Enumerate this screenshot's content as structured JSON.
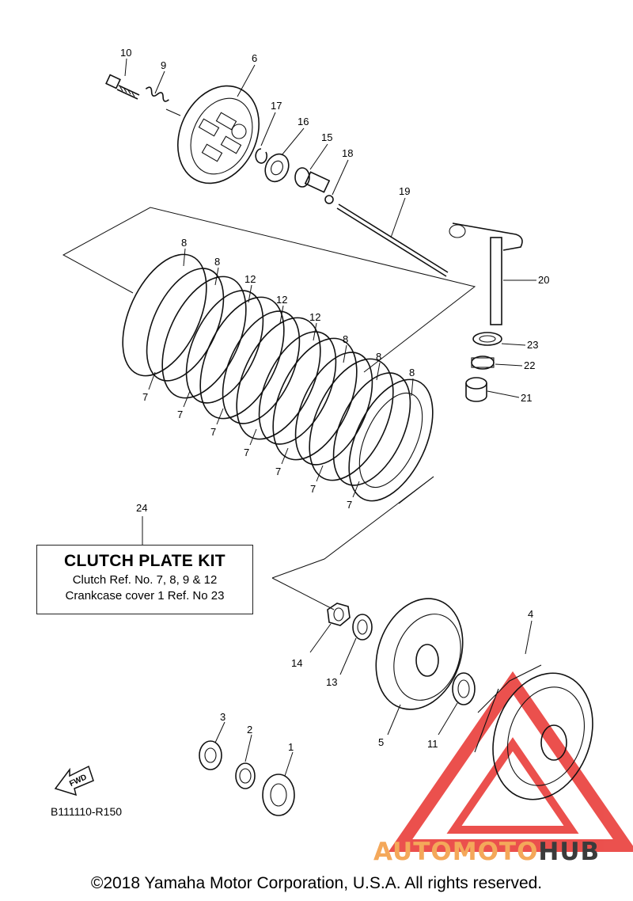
{
  "kit": {
    "title": "CLUTCH PLATE KIT",
    "line1": "Clutch Ref. No. 7, 8, 9 & 12",
    "line2": "Crankcase cover 1 Ref. No 23"
  },
  "diagram_code": "B111110-R150",
  "copyright": "©2018 Yamaha Motor Corporation, U.S.A. All rights reserved.",
  "fwd_label": "FWD",
  "watermark": {
    "part1": "AUTO",
    "part2": "MOTO",
    "part3": "HUB",
    "color_accent": "#f4a85a",
    "color_dark": "#3b3b3b",
    "triangle_color": "#e8322f"
  },
  "labels": {
    "r1": "1",
    "r2": "2",
    "r3": "3",
    "r4": "4",
    "r5": "5",
    "r6": "6",
    "r7": "7",
    "r8": "8",
    "r9": "9",
    "r10": "10",
    "r11": "11",
    "r12": "12",
    "r13": "13",
    "r14": "14",
    "r15": "15",
    "r16": "16",
    "r17": "17",
    "r18": "18",
    "r19": "19",
    "r20": "20",
    "r21": "21",
    "r22": "22",
    "r23": "23",
    "r24": "24"
  }
}
